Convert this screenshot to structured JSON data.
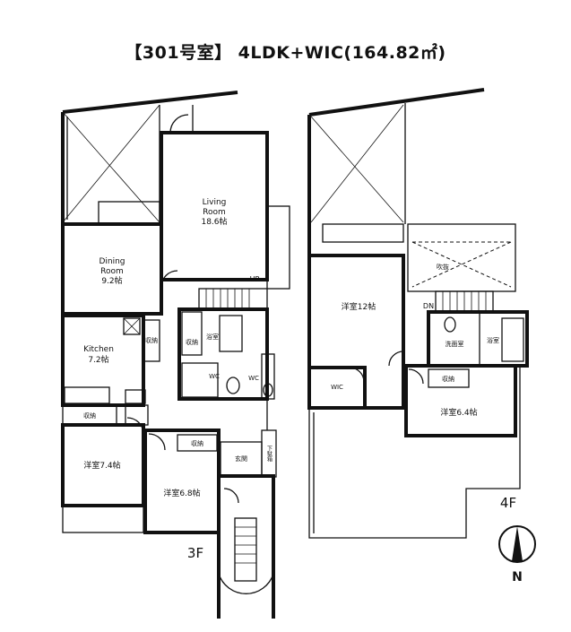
{
  "title": "【301号室】 4LDK+WIC(164.82㎡)",
  "rooms_3f": {
    "living_1": "Living",
    "living_2": "Room",
    "living_3": "18.6帖",
    "dining_1": "Dining",
    "dining_2": "Room",
    "dining_3": "9.2帖",
    "kitchen_1": "Kitchen",
    "kitchen_2": "7.2帖",
    "bath": "浴室",
    "storage_kitchen": "収納",
    "storage_wash": "収納",
    "wc_1": "WC",
    "wc_2": "WC",
    "storage_west": "収納",
    "storage_mid": "収納",
    "western_74": "洋室7.4帖",
    "western_68": "洋室6.8帖",
    "entrance": "玄関",
    "shoe": "下駄箱",
    "up": "UP",
    "floor": "3F"
  },
  "rooms_4f": {
    "western_12": "洋室12帖",
    "void": "吹抜",
    "dn": "DN",
    "wash": "洗面室",
    "bath": "浴室",
    "wic": "WIC",
    "storage": "収納",
    "western_64": "洋室6.4帖",
    "floor": "4F"
  },
  "compass": {
    "north": "N"
  }
}
